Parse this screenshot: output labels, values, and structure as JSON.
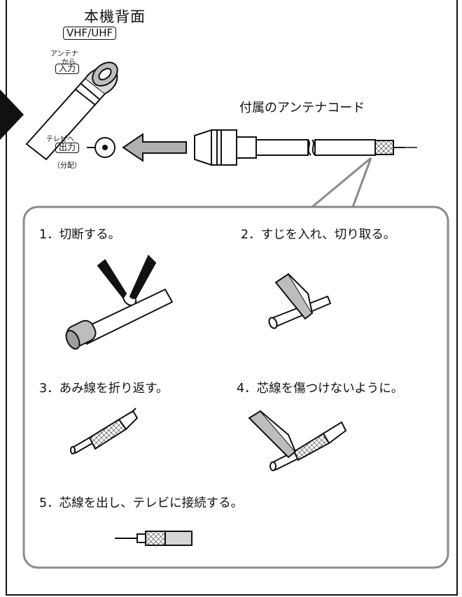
{
  "panel": {
    "title": "本機背面",
    "port_label": "VHF/UHF",
    "from_antenna": "アンテナ",
    "from_antenna_2": "から",
    "input_label": "入力",
    "to_tv": "テレビへ",
    "output_label": "出力",
    "split_note": "（分配）"
  },
  "cable_label": "付属のアンテナコード",
  "steps": [
    {
      "label": "1．切断する。"
    },
    {
      "label": "2．すじを入れ、切り取る。"
    },
    {
      "label": "3．あみ線を折り返す。"
    },
    {
      "label": "4．芯線を傷つけないように。"
    },
    {
      "label": "5．芯線を出し、テレビに接続する。"
    }
  ],
  "colors": {
    "line": "#111111",
    "callout_border": "#8a8a8a",
    "fill_gray": "#bdbdbd",
    "arrow_gray": "#9a9a9a"
  }
}
